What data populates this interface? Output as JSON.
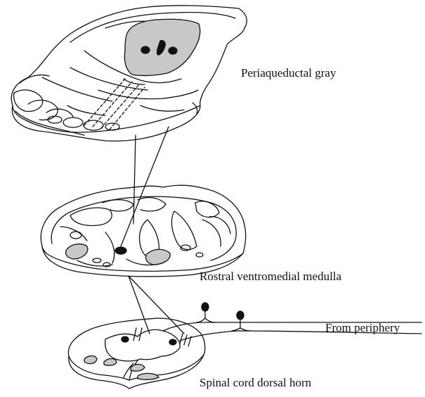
{
  "labels": {
    "periaqueductal_gray": "Periaqueductal gray",
    "rostral_ventromedial_medulla": "Rostral ventromedial medulla",
    "from_periphery": "From periphery",
    "spinal_cord_dorsal_horn": "Spinal cord dorsal horn"
  },
  "colors": {
    "stroke": "#111111",
    "gray_fill": "#c8c8c8",
    "background": "#ffffff"
  }
}
